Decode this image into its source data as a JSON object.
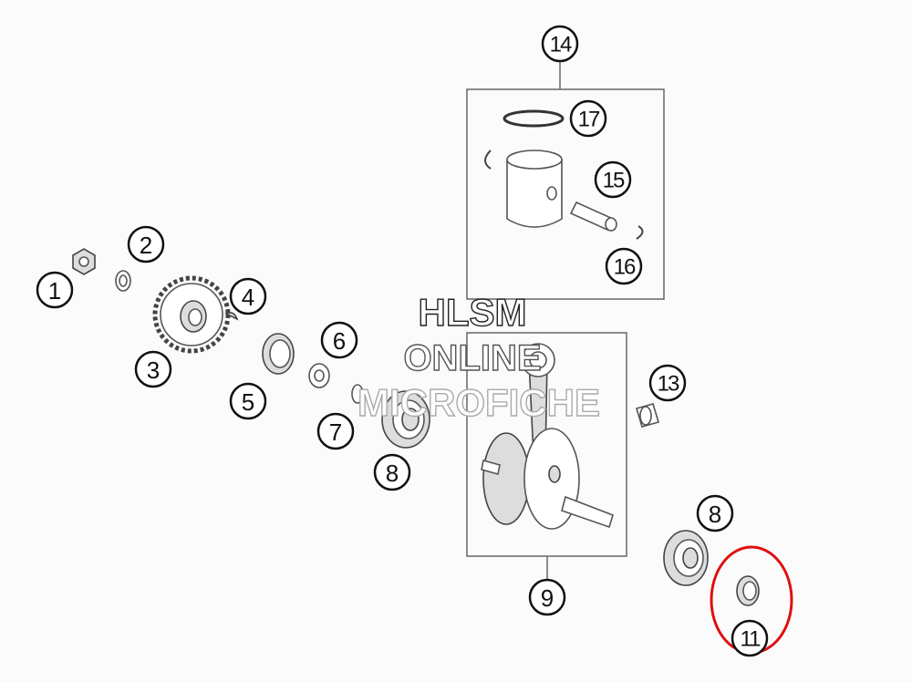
{
  "diagram": {
    "callouts": [
      {
        "id": "c1",
        "label": "1"
      },
      {
        "id": "c2",
        "label": "2"
      },
      {
        "id": "c3",
        "label": "3"
      },
      {
        "id": "c4",
        "label": "4"
      },
      {
        "id": "c5",
        "label": "5"
      },
      {
        "id": "c6",
        "label": "6"
      },
      {
        "id": "c7",
        "label": "7"
      },
      {
        "id": "c8a",
        "label": "8"
      },
      {
        "id": "c9",
        "label": "9"
      },
      {
        "id": "c13",
        "label": "13"
      },
      {
        "id": "c14",
        "label": "14"
      },
      {
        "id": "c15",
        "label": "15"
      },
      {
        "id": "c16",
        "label": "16"
      },
      {
        "id": "c17",
        "label": "17"
      },
      {
        "id": "c8b",
        "label": "8"
      },
      {
        "id": "c11",
        "label": "11"
      }
    ],
    "highlight_color": "#e01010",
    "highlighted_part": "11"
  },
  "watermark": {
    "line1": "HLSM",
    "line2": "ONLINE",
    "line3": "MICROFICHE"
  }
}
